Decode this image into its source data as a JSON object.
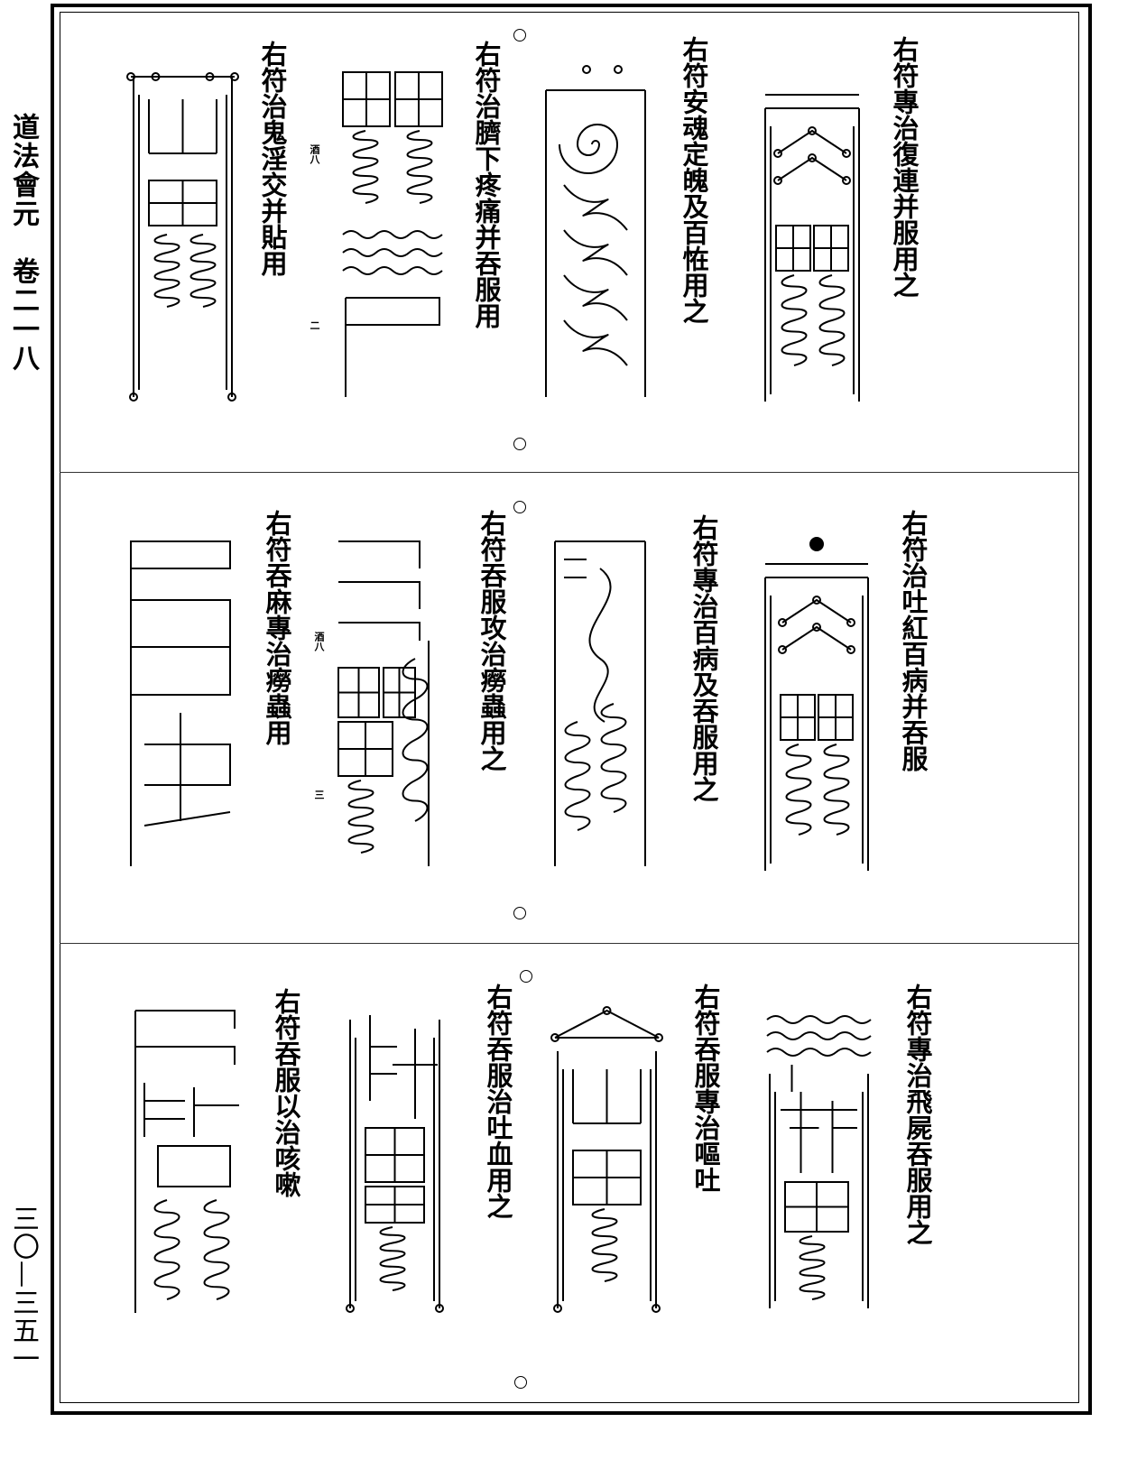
{
  "margin": {
    "book_title": "道法會元　卷二一八",
    "page_number": "三〇—三五一"
  },
  "panels": [
    {
      "captions": [
        "右符專治復連并服用之",
        "右符安魂定魄及百恠用之",
        "右符治臍下疼痛并吞服用",
        "右符治鬼淫交并貼用"
      ],
      "notes": [
        "酒八",
        "二"
      ]
    },
    {
      "captions": [
        "右符治吐紅百病并吞服",
        "右符專治百病及吞服用之",
        "右符吞服攻治癆蟲用之",
        "右符吞麻專治癆蟲用"
      ],
      "notes": [
        "酒八",
        "三"
      ]
    },
    {
      "captions": [
        "右符專治飛屍吞服用之",
        "右符吞服專治嘔吐",
        "右符吞服治吐血用之",
        "右符吞服以治咳嗽"
      ],
      "notes": []
    }
  ]
}
